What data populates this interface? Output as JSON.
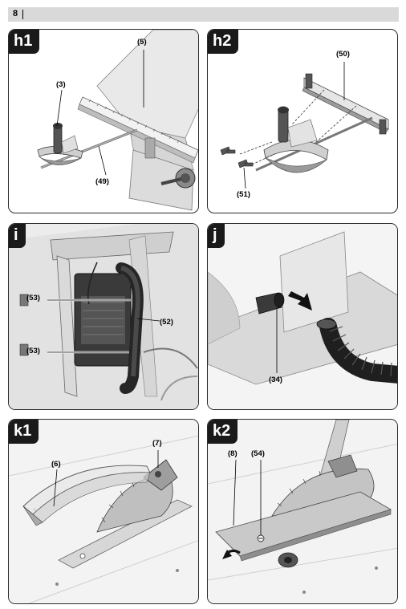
{
  "header": {
    "page_number": "8"
  },
  "panels": [
    {
      "label": "h1",
      "callouts": [
        "(5)",
        "(3)",
        "(49)"
      ]
    },
    {
      "label": "h2",
      "callouts": [
        "(50)",
        "(51)"
      ]
    },
    {
      "label": "i",
      "callouts": [
        "(53)",
        "(52)",
        "(53)"
      ]
    },
    {
      "label": "j",
      "callouts": [
        "(34)"
      ]
    },
    {
      "label": "k1",
      "callouts": [
        "(6)",
        "(7)"
      ]
    },
    {
      "label": "k2",
      "callouts": [
        "(8)",
        "(54)"
      ]
    }
  ]
}
